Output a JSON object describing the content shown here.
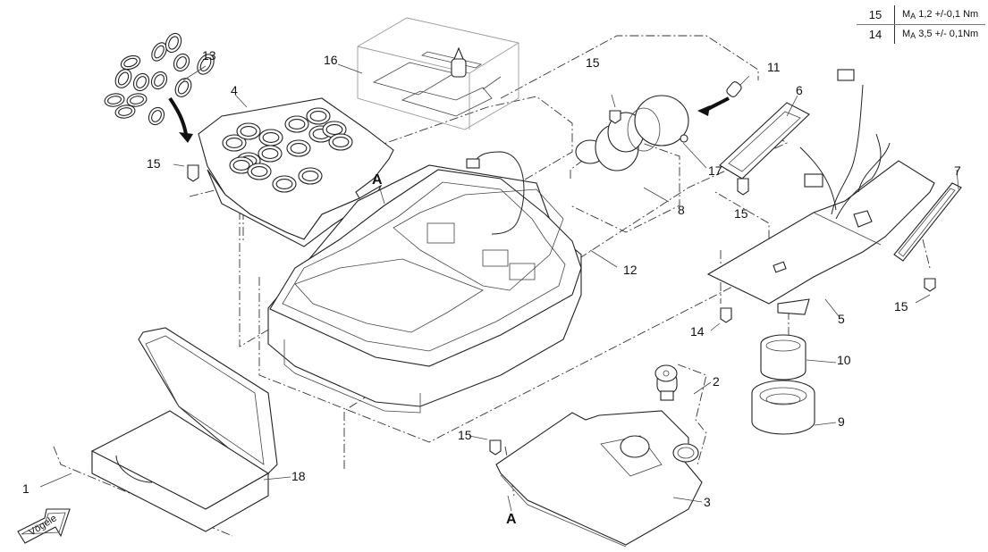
{
  "diagram": {
    "type": "exploded-parts-view",
    "torque_table": [
      {
        "item": "15",
        "symbol": "M",
        "subscript": "A",
        "spec": "1,2 +/-0,1 Nm"
      },
      {
        "item": "14",
        "symbol": "M",
        "subscript": "A",
        "spec": "3,5 +/- 0,1Nm"
      }
    ],
    "callouts": {
      "c1": "1",
      "c2": "2",
      "c3": "3",
      "c4": "4",
      "c5": "5",
      "c6": "6",
      "c7": "7",
      "c8": "8",
      "c9": "9",
      "c10": "10",
      "c11": "11",
      "c12": "12",
      "c13": "13",
      "c14": "14",
      "c15a": "15",
      "c15b": "15",
      "c15c": "15",
      "c15d": "15",
      "c15e": "15",
      "c16": "16",
      "c17": "17",
      "c18": "18",
      "refA1": "A",
      "refA2": "A"
    },
    "logo_text": "Vögele"
  }
}
